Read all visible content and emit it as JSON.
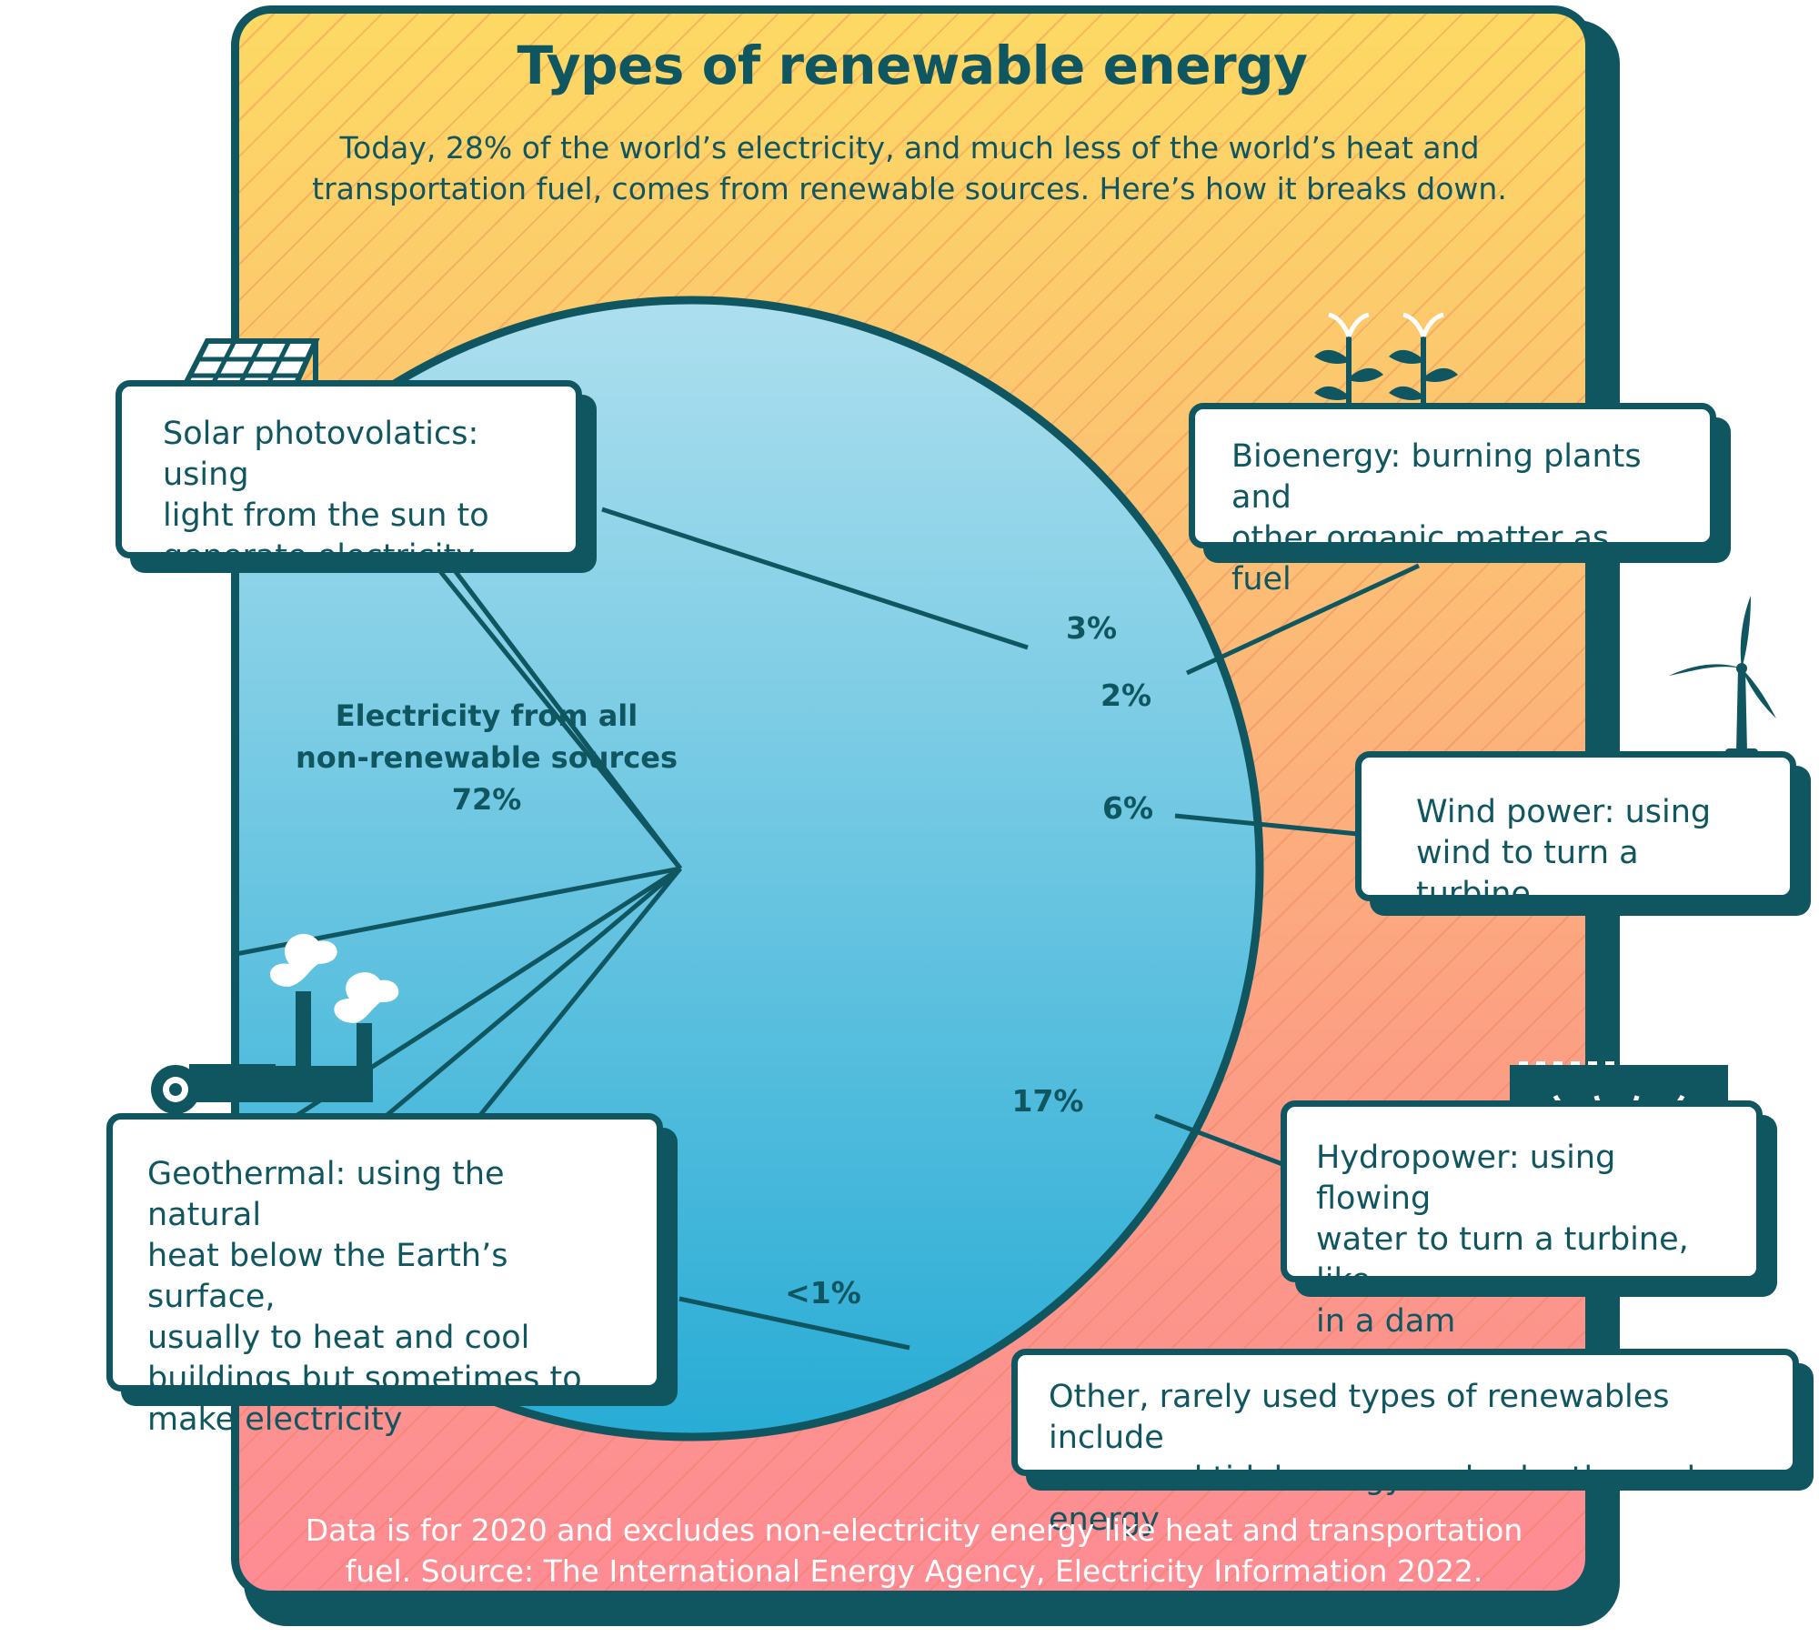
{
  "header": {
    "title": "Types of renewable energy",
    "subtitle_line1": "Today, 28% of the world’s electricity, and much less of the world’s heat and",
    "subtitle_line2": "transportation fuel, comes from renewable sources. Here’s how it breaks down."
  },
  "footer": {
    "line1": "Data is for 2020 and excludes non-electricity energy like heat and transportation",
    "line2": "fuel. Source: The International Energy Agency, Electricity Information 2022."
  },
  "chart_data": {
    "type": "pie",
    "title": "Types of renewable energy",
    "slices": [
      {
        "name": "Electricity from all non-renewable sources",
        "value": 72,
        "label": "72%"
      },
      {
        "name": "Solar photovoltaics",
        "value": 3,
        "label": "3%"
      },
      {
        "name": "Bioenergy",
        "value": 2,
        "label": "2%"
      },
      {
        "name": "Wind power",
        "value": 6,
        "label": "6%"
      },
      {
        "name": "Hydropower",
        "value": 17,
        "label": "17%"
      },
      {
        "name": "Geothermal",
        "value": 0.5,
        "label": "<1%"
      }
    ],
    "center_label": {
      "line1": "Electricity from all",
      "line2": "non-renewable sources",
      "line3": "72%"
    }
  },
  "callouts": {
    "solar": {
      "line1": "Solar photovolatics: using",
      "line2": "light from the sun to",
      "line3": "generate electricity"
    },
    "bio": {
      "line1": "Bioenergy: burning plants and",
      "line2": "other organic matter as fuel"
    },
    "wind": {
      "line1": "Wind power: using",
      "line2": "wind to turn a turbine"
    },
    "hydro": {
      "line1": "Hydropower: using flowing",
      "line2": "water to turn a turbine, like",
      "line3": "in a dam"
    },
    "geo": {
      "line1": "Geothermal: using the natural",
      "line2": "heat below the Earth’s surface,",
      "line3": "usually to heat and cool",
      "line4": "buildings but sometimes to",
      "line5": "make electricity"
    },
    "other": {
      "line1": "Other, rarely used types of renewables include",
      "line2": "wave and tidal energy and solar thermal energy"
    }
  },
  "colors": {
    "ink": "#0f5660",
    "pie_top": "#addfee",
    "pie_bottom": "#28acd5",
    "panel_top": "#fdd963",
    "panel_bottom": "#fd8b94"
  },
  "icons": [
    "solar-panel-icon",
    "plants-icon",
    "wind-turbine-icon",
    "dam-icon",
    "geothermal-plant-icon"
  ]
}
